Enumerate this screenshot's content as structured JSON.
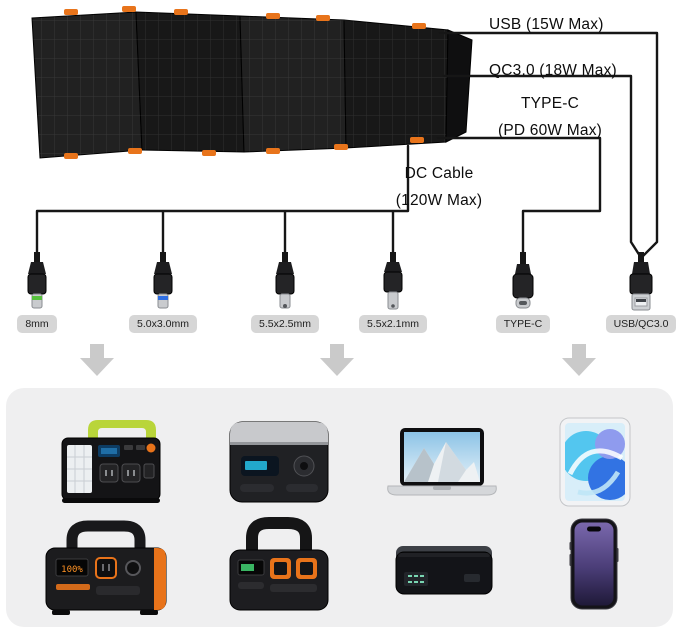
{
  "outputs": {
    "usb": {
      "label": "USB (15W Max)"
    },
    "qc30": {
      "label": "QC3.0 (18W Max)"
    },
    "type_c": {
      "line1": "TYPE-C",
      "line2": "(PD 60W Max)"
    },
    "dc": {
      "line1": "DC Cable",
      "line2": "(120W Max)"
    }
  },
  "connectors": [
    {
      "label": "8mm"
    },
    {
      "label": "5.0x3.0mm"
    },
    {
      "label": "5.5x2.5mm"
    },
    {
      "label": "5.5x2.1mm"
    },
    {
      "label": "TYPE-C"
    },
    {
      "label": "USB/QC3.0"
    }
  ],
  "devices": {
    "station_mini": {
      "name": "mini power station with led light and green handle"
    },
    "station_gray": {
      "name": "gray portable power station"
    },
    "laptop": {
      "name": "macbook laptop"
    },
    "tablet": {
      "name": "ipad tablet"
    },
    "station_orange_1": {
      "name": "orange-black power station",
      "screen": "100%"
    },
    "station_orange_2": {
      "name": "orange-black power station with handle"
    },
    "power_bank": {
      "name": "power bank"
    },
    "phone": {
      "name": "iphone"
    }
  },
  "colors": {
    "accent_orange": "#e8731a",
    "pill_bg": "#d6d6d6",
    "devices_panel_bg": "#efeff0",
    "wire": "#161616",
    "arrow_gray": "#cacaca"
  }
}
